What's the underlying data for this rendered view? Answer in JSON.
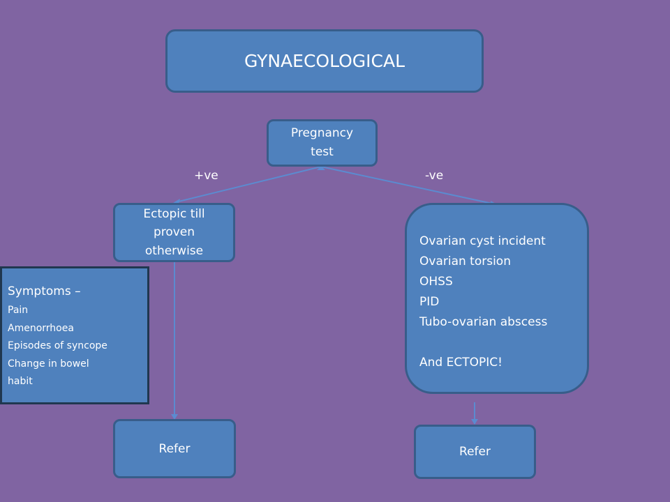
{
  "title": "GYNAECOLOGICAL",
  "pregnancy_test": {
    "line1": "Pregnancy",
    "line2": "test"
  },
  "branches": {
    "positive": "+ve",
    "negative": "-ve"
  },
  "ectopic": {
    "line1": "Ectopic till",
    "line2": "proven",
    "line3": "otherwise"
  },
  "differentials": {
    "items": [
      "Ovarian cyst incident",
      "Ovarian torsion",
      "OHSS",
      "PID",
      "Tubo-ovarian abscess"
    ],
    "final": "And ECTOPIC!"
  },
  "symptoms": {
    "heading": "Symptoms –",
    "items": [
      "Pain",
      "Amenorrhoea",
      "Episodes of  syncope",
      "Change in bowel",
      "habit"
    ]
  },
  "refer_left": "Refer",
  "refer_right": "Refer",
  "colors": {
    "background": "#8064A2",
    "box_fill": "#4F81BD",
    "box_border": "#385D8A",
    "connector": "#4F81BD"
  }
}
